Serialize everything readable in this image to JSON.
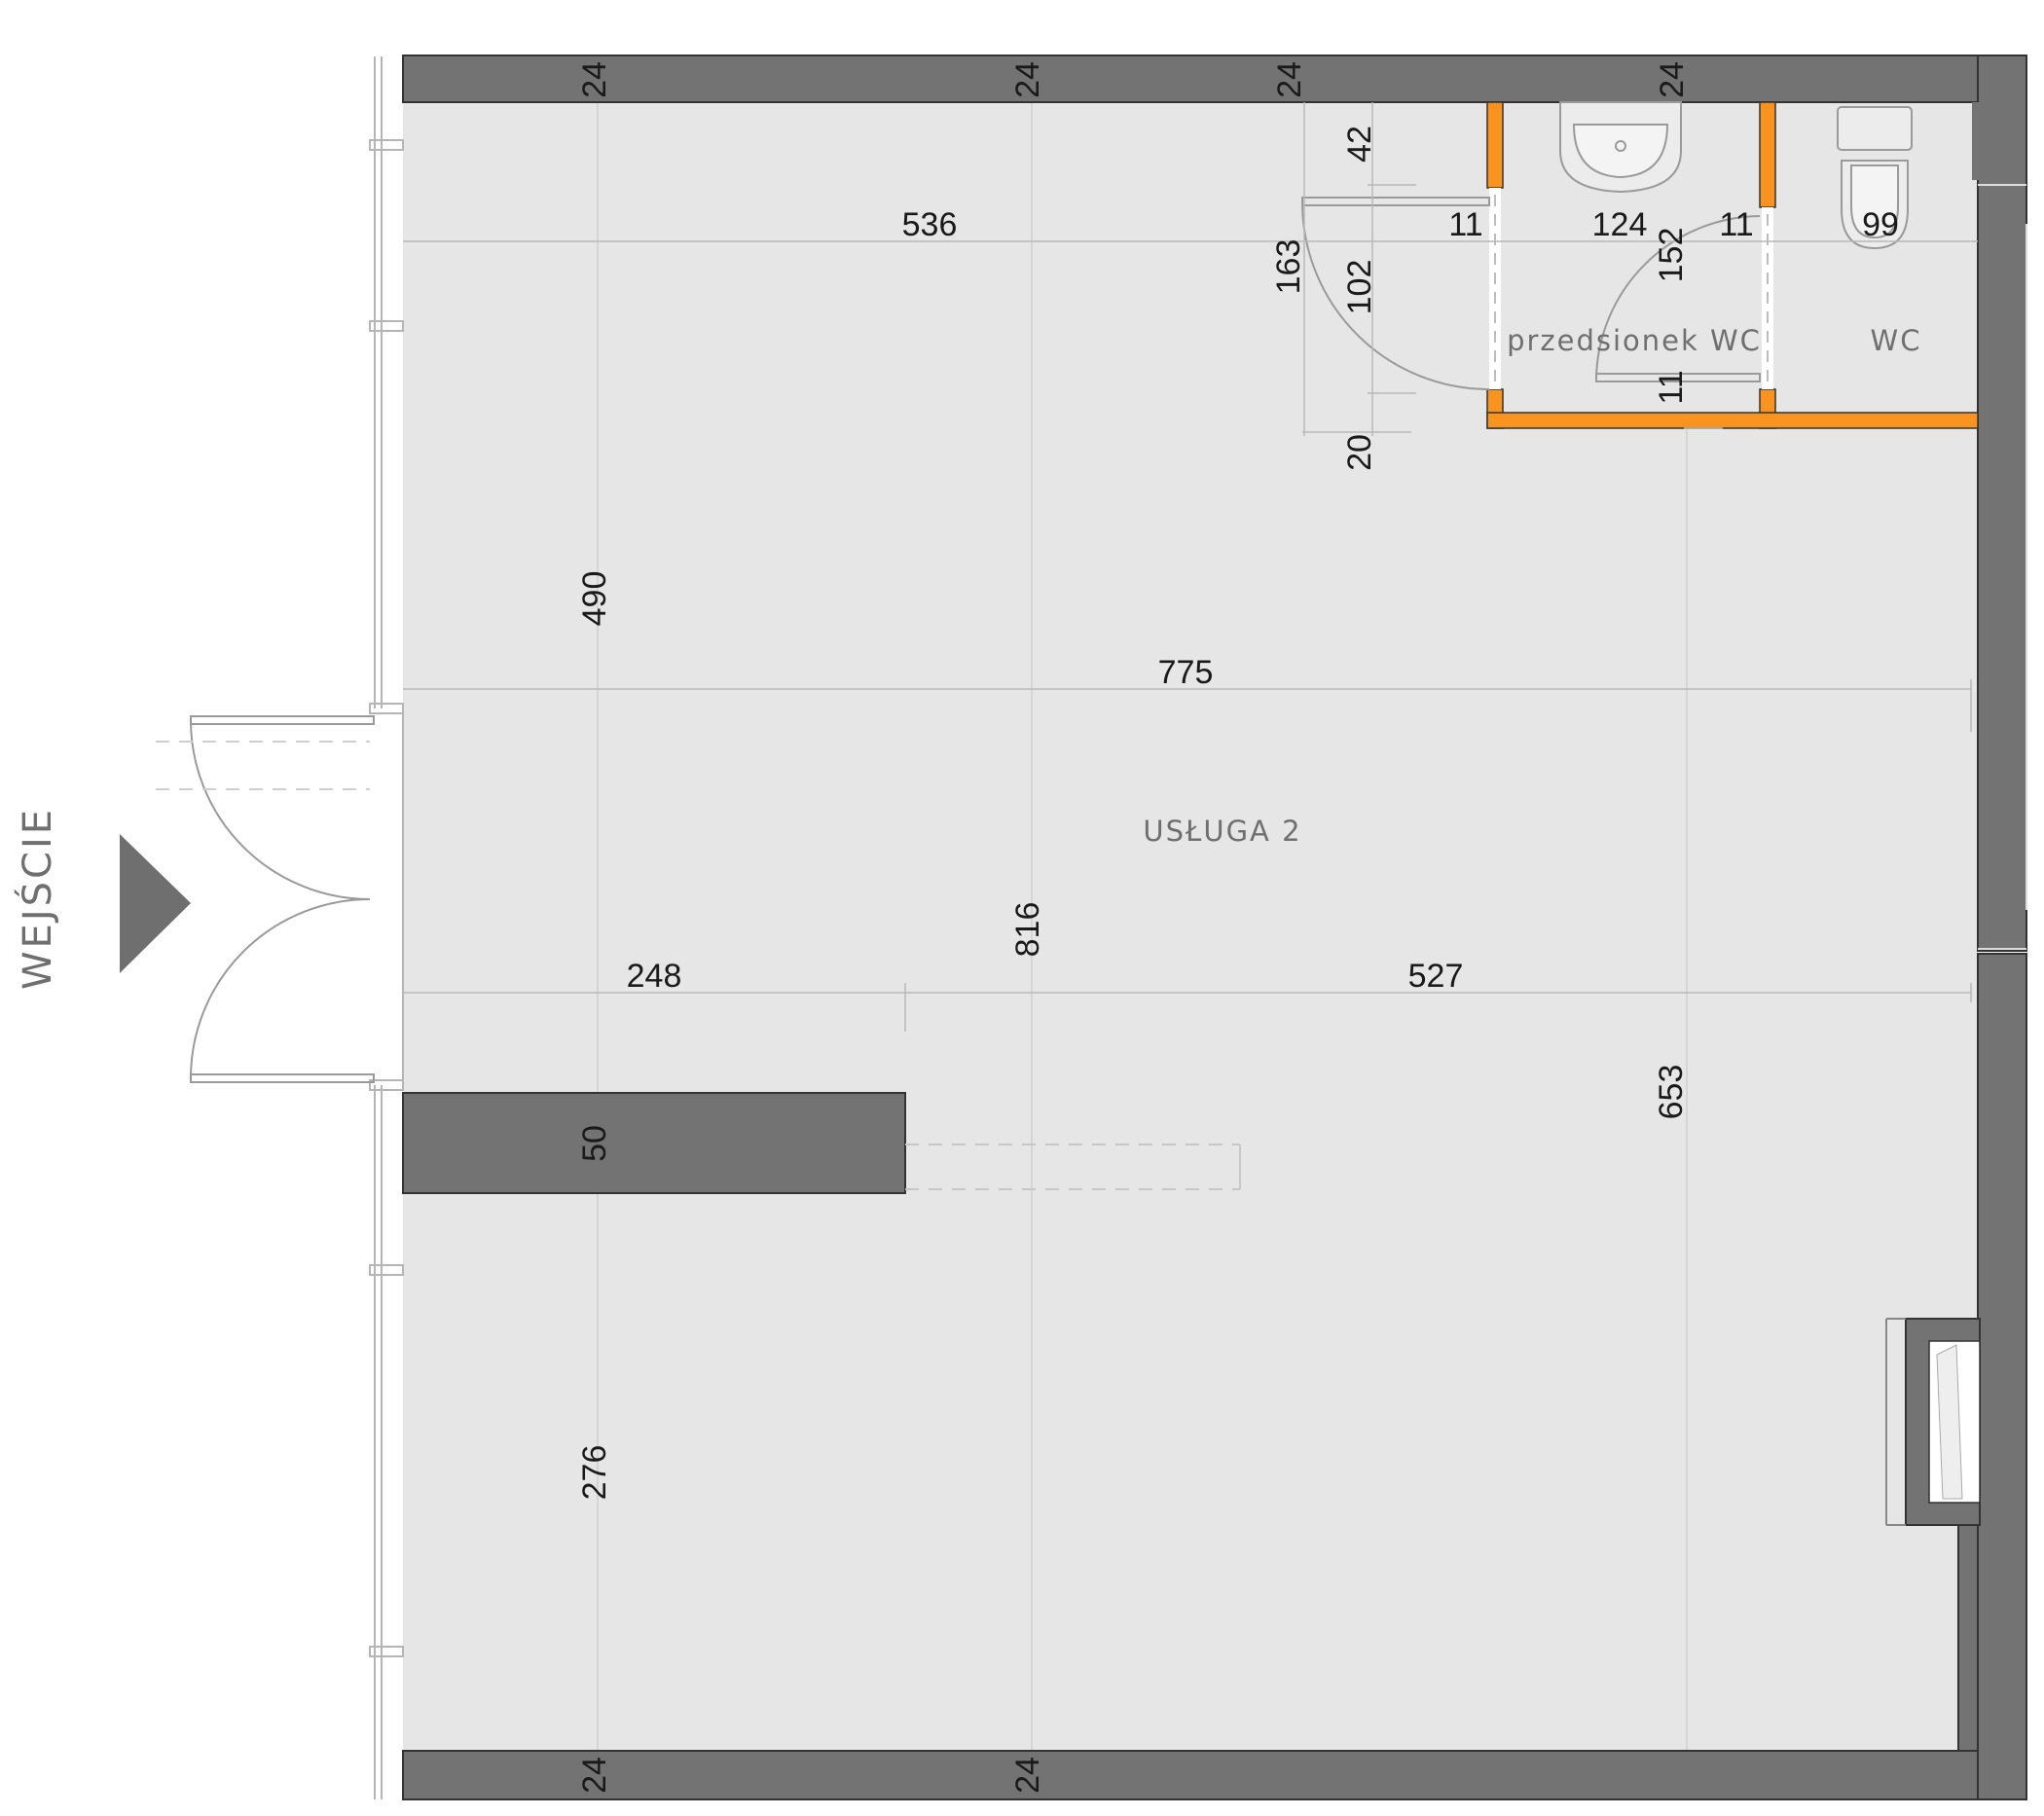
{
  "entrance": {
    "label": "WEJŚCIE"
  },
  "rooms": {
    "main": "USŁUGA 2",
    "vestibule": "przedsionek WC",
    "wc": "WC"
  },
  "dimensions": {
    "top_wall": [
      "24",
      "24",
      "24",
      "24"
    ],
    "bottom_wall": [
      "24",
      "24"
    ],
    "upper_span": "536",
    "overall_width": "775",
    "left_span": "248",
    "right_span": "527",
    "overall_height": "816",
    "left_upper_height": "490",
    "left_lower_height": "276",
    "partition_thickness": "50",
    "right_height": "653",
    "door_opening": "163",
    "door_leaf": "102",
    "top_offset": "42",
    "bottom_offset": "20",
    "wall_left": "11",
    "vestibule_width": "124",
    "wall_middle": "11",
    "wc_width": "99",
    "vestibule_depth": "152",
    "wall_bottom": "11"
  },
  "colors": {
    "floor": "#e6e6e6",
    "wall": "#737373",
    "partition": "#f7931e",
    "line": "#b8b8b8",
    "text": "#1a1a1a",
    "label": "#6f6f6f"
  }
}
